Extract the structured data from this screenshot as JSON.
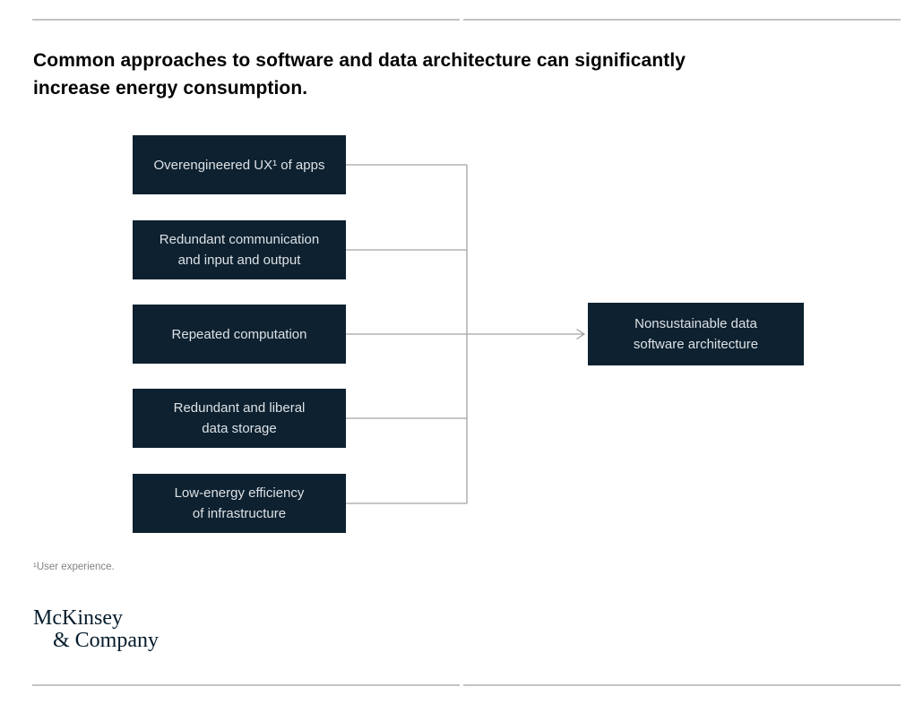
{
  "page": {
    "title_lines": [
      "Common approaches to software and data architecture can significantly",
      "increase energy consumption."
    ]
  },
  "diagram": {
    "sources": [
      {
        "lines": [
          "Overengineered UX¹ of apps",
          ""
        ]
      },
      {
        "lines": [
          "Redundant communication",
          "and input and output"
        ]
      },
      {
        "lines": [
          "Repeated computation",
          ""
        ]
      },
      {
        "lines": [
          "Redundant and liberal",
          "data storage"
        ]
      },
      {
        "lines": [
          "Low-energy efficiency",
          "of infrastructure"
        ]
      }
    ],
    "target": {
      "lines": [
        "Nonsustainable data",
        "software architecture"
      ]
    }
  },
  "footnote": "¹User experience.",
  "logo": {
    "line1": "McKinsey",
    "line2": "& Company"
  },
  "colors": {
    "box_fill": "#0d2130",
    "box_text": "#dde1e5",
    "connector_line": "#a3a3a3",
    "horizontal_rule": "#c3c3c3",
    "title_text": "#030303",
    "footnote_text": "#838383",
    "logo_text": "#051c2c",
    "background": "#ffffff"
  }
}
